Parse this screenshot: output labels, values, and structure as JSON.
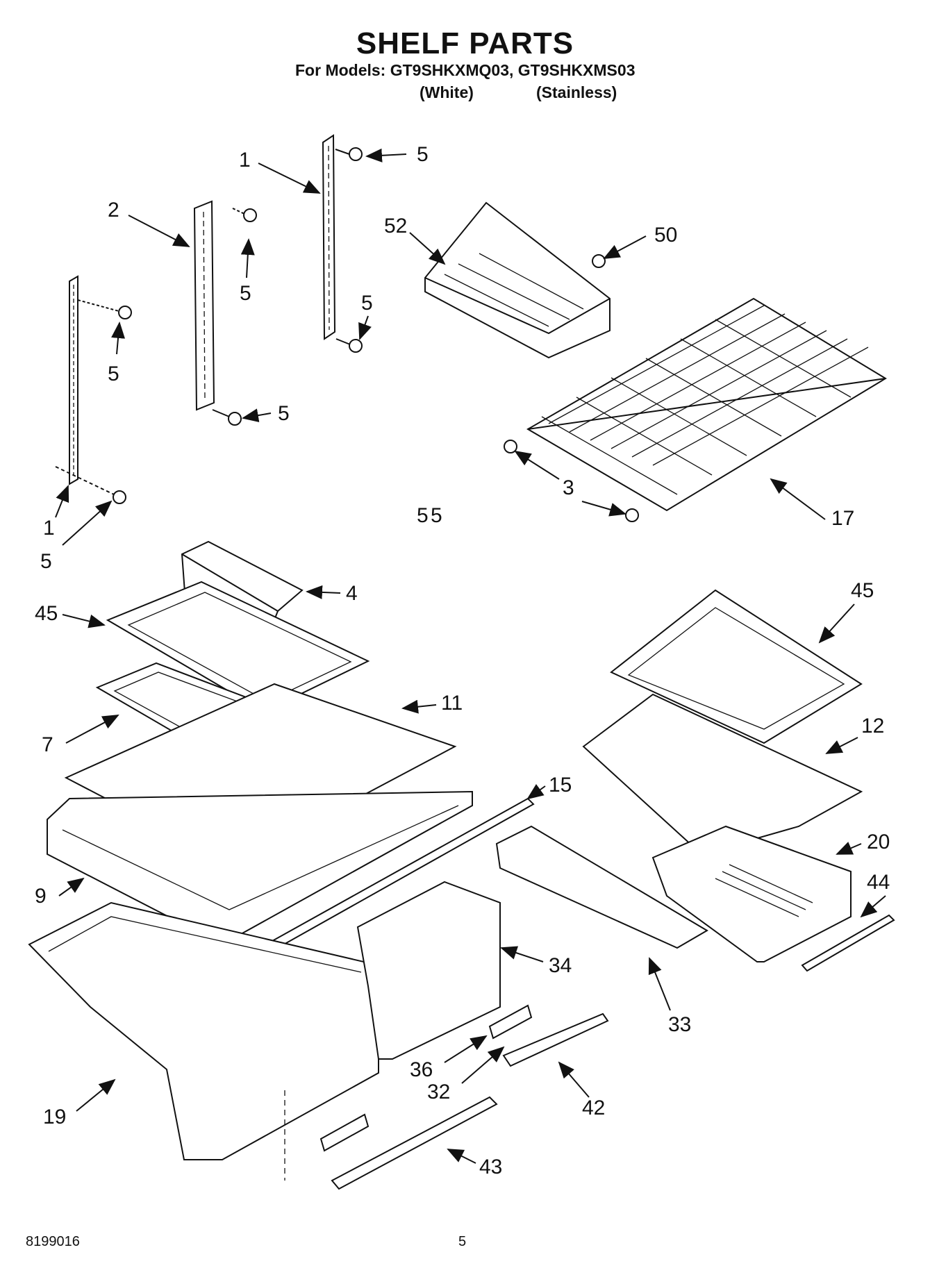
{
  "header": {
    "title": "SHELF PARTS",
    "models_line": "For Models: GT9SHKXMQ03, GT9SHKXMS03",
    "variant_white": "(White)",
    "variant_stainless": "(Stainless)"
  },
  "callouts": [
    "1",
    "2",
    "5",
    "5",
    "5",
    "5",
    "5",
    "5",
    "5",
    "1",
    "5",
    "52",
    "50",
    "3",
    "17",
    "4",
    "45",
    "11",
    "7",
    "9",
    "45",
    "12",
    "15",
    "20",
    "44",
    "34",
    "33",
    "36",
    "32",
    "42",
    "19",
    "43"
  ],
  "footer": {
    "doc_number": "8199016",
    "page_number": "5"
  }
}
